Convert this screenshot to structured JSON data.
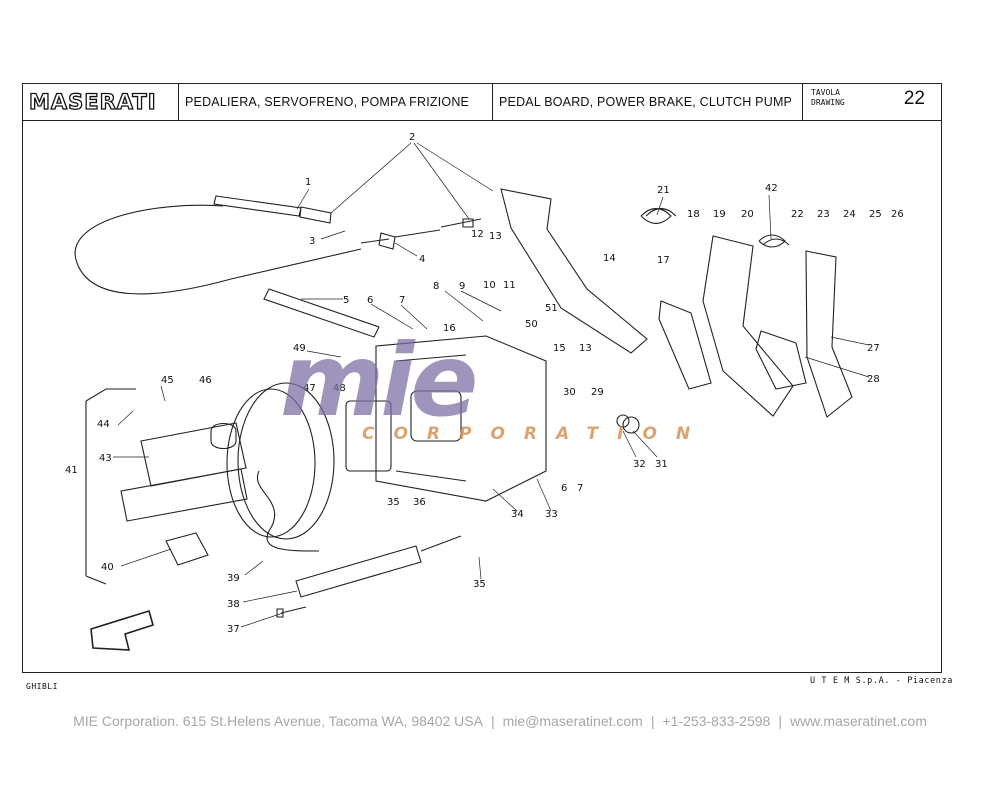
{
  "header": {
    "brand": "MASERATI",
    "title_it": "PEDALIERA, SERVOFRENO, POMPA FRIZIONE",
    "title_en": "PEDAL BOARD, POWER BRAKE, CLUTCH PUMP",
    "drawing_label_it": "TAVOLA",
    "drawing_label_en": "DRAWING",
    "drawing_number": "22"
  },
  "parts": [
    {
      "id": "p1",
      "label": "1"
    },
    {
      "id": "p2",
      "label": "2"
    },
    {
      "id": "p3",
      "label": "3"
    },
    {
      "id": "p4",
      "label": "4"
    },
    {
      "id": "p5",
      "label": "5"
    },
    {
      "id": "p6a",
      "label": "6"
    },
    {
      "id": "p7a",
      "label": "7"
    },
    {
      "id": "p8",
      "label": "8"
    },
    {
      "id": "p9",
      "label": "9"
    },
    {
      "id": "p10",
      "label": "10"
    },
    {
      "id": "p11",
      "label": "11"
    },
    {
      "id": "p12",
      "label": "12"
    },
    {
      "id": "p13a",
      "label": "13"
    },
    {
      "id": "p13b",
      "label": "13"
    },
    {
      "id": "p14",
      "label": "14"
    },
    {
      "id": "p15",
      "label": "15"
    },
    {
      "id": "p16",
      "label": "16"
    },
    {
      "id": "p17",
      "label": "17"
    },
    {
      "id": "p18",
      "label": "18"
    },
    {
      "id": "p19",
      "label": "19"
    },
    {
      "id": "p20",
      "label": "20"
    },
    {
      "id": "p21",
      "label": "21"
    },
    {
      "id": "p22",
      "label": "22"
    },
    {
      "id": "p23",
      "label": "23"
    },
    {
      "id": "p24",
      "label": "24"
    },
    {
      "id": "p25",
      "label": "25"
    },
    {
      "id": "p26",
      "label": "26"
    },
    {
      "id": "p27",
      "label": "27"
    },
    {
      "id": "p28",
      "label": "28"
    },
    {
      "id": "p29",
      "label": "29"
    },
    {
      "id": "p30",
      "label": "30"
    },
    {
      "id": "p31",
      "label": "31"
    },
    {
      "id": "p32",
      "label": "32"
    },
    {
      "id": "p33",
      "label": "33"
    },
    {
      "id": "p34",
      "label": "34"
    },
    {
      "id": "p35a",
      "label": "35"
    },
    {
      "id": "p35b",
      "label": "35"
    },
    {
      "id": "p36",
      "label": "36"
    },
    {
      "id": "p37",
      "label": "37"
    },
    {
      "id": "p38",
      "label": "38"
    },
    {
      "id": "p39",
      "label": "39"
    },
    {
      "id": "p40",
      "label": "40"
    },
    {
      "id": "p41",
      "label": "41"
    },
    {
      "id": "p42",
      "label": "42"
    },
    {
      "id": "p43",
      "label": "43"
    },
    {
      "id": "p44",
      "label": "44"
    },
    {
      "id": "p45",
      "label": "45"
    },
    {
      "id": "p46",
      "label": "46"
    },
    {
      "id": "p47",
      "label": "47"
    },
    {
      "id": "p48",
      "label": "48"
    },
    {
      "id": "p49",
      "label": "49"
    },
    {
      "id": "p50",
      "label": "50"
    },
    {
      "id": "p51",
      "label": "51"
    },
    {
      "id": "p6b",
      "label": "6"
    },
    {
      "id": "p7b",
      "label": "7"
    }
  ],
  "model": "GHIBLI",
  "manufacturer": "U T E M  S.p.A. - Piacenza",
  "watermark": {
    "text_big": "mie",
    "text_small": "CORPORATION"
  },
  "footer": {
    "address": "MIE Corporation. 615 St.Helens Avenue, Tacoma WA, 98402 USA",
    "email": "mie@maseratinet.com",
    "phone": "+1-253-833-2598",
    "website": "www.maseratinet.com",
    "separator": "|"
  },
  "colors": {
    "line": "#222222",
    "watermark_purple": "#7b6da3",
    "watermark_orange": "#d48d4f",
    "footer_text": "#a6a6a6"
  }
}
